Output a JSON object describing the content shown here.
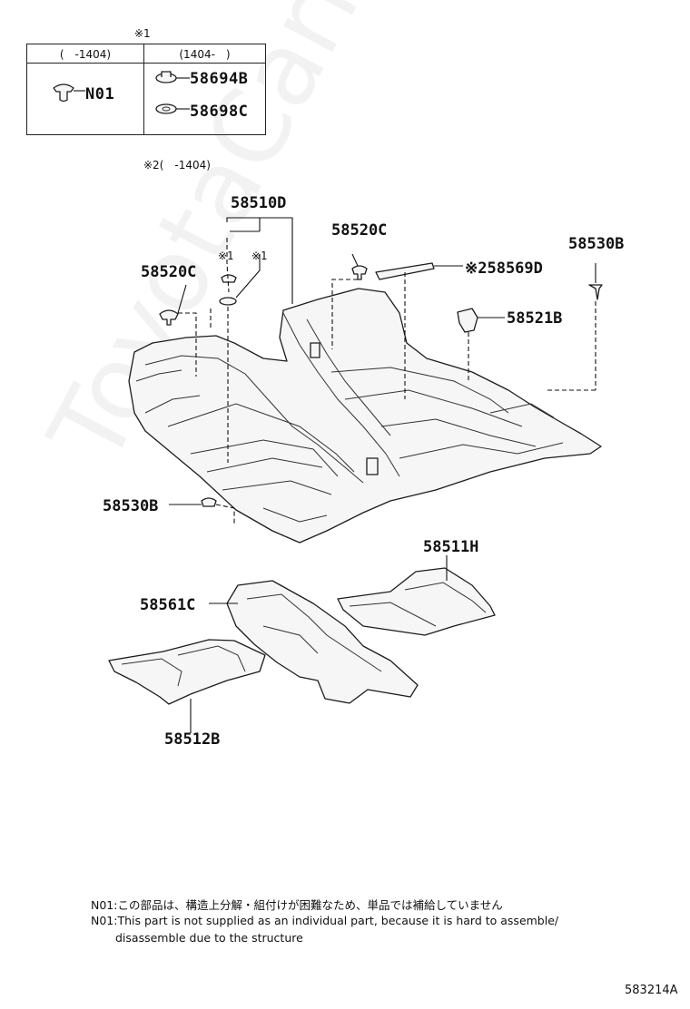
{
  "legend": {
    "mark": "※1",
    "col1_header": "(　-1404)",
    "col2_header": "(1404-　)",
    "n01": "N01",
    "part_a": "58694B",
    "part_b": "58698C"
  },
  "mark2_note": "※2(　-1404)",
  "callouts": {
    "p58510D": "58510D",
    "mark1_left": "※1",
    "mark1_right": "※1",
    "p58520C_left": "58520C",
    "p58520C_top": "58520C",
    "p58530B_right": "58530B",
    "p58569D": "※258569D",
    "p58521B": "58521B",
    "p58530B_left": "58530B",
    "p58511H": "58511H",
    "p58561C": "58561C",
    "p58512B": "58512B"
  },
  "notes": {
    "line_jp": "N01:この部品は、構造上分解・組付けが困難なため、単品では補給していません",
    "line_en1": "N01:This part is not supplied as an individual part,  because it is hard to assemble/",
    "line_en2": "disassemble due to the structure"
  },
  "diagram_id": "583214A",
  "watermark": "ToyotaCarline.ru"
}
